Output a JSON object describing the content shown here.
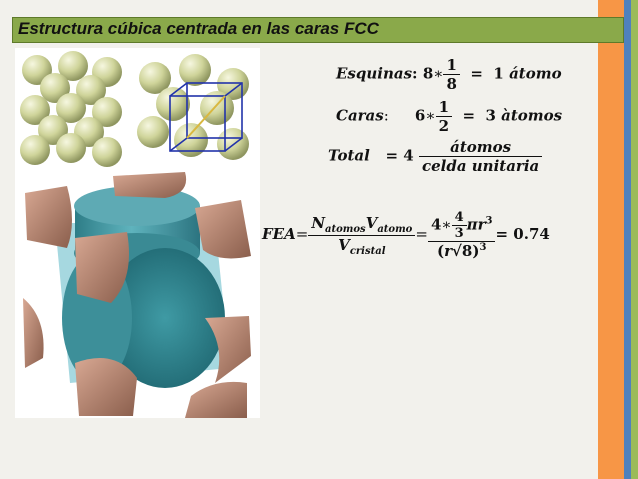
{
  "title": "Estructura cúbica centrada en las caras FCC",
  "colors": {
    "title_bar": "#8aa94a",
    "accent_orange": "#f79646",
    "accent_blue": "#4f81bd",
    "accent_green": "#9bbb59"
  },
  "equations": {
    "esquinas": {
      "label": "Esquinas",
      "colon": ":",
      "factor": "8",
      "op": "∗",
      "num": "1",
      "den": "8",
      "eq": "=",
      "result": "1",
      "unit": "átomo"
    },
    "caras": {
      "label": "Caras",
      "colon": ":",
      "factor": "6",
      "op": "∗",
      "num": "1",
      "den": "2",
      "eq": "=",
      "result": "3",
      "unit": "àtomos"
    },
    "total": {
      "label": "Total",
      "eq": "=",
      "factor": "4",
      "num": "átomos",
      "den": "celda unitaria"
    },
    "fea": {
      "lhs": "FEA",
      "eq1": "=",
      "n": "N",
      "n_sub": "atomos",
      "v": "V",
      "v_sub": "atomo",
      "vc": "V",
      "vc_sub": "cristal",
      "eq2": "=",
      "k": "4",
      "op": "∗",
      "f_num": "4",
      "f_den": "3",
      "pi_r": "πr",
      "exp3": "3",
      "r": "r",
      "sqrt8": "8",
      "outer_exp": "3",
      "eq3": "=",
      "result": "0.74"
    }
  }
}
